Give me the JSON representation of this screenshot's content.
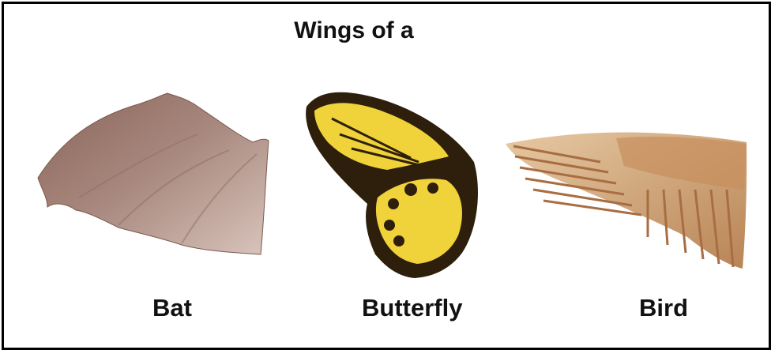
{
  "title": "Wings of a",
  "labels": {
    "bat": "Bat",
    "butterfly": "Butterfly",
    "bird": "Bird"
  },
  "colors": {
    "border": "#000000",
    "bat_wing": "#a07f72",
    "butterfly_yellow": "#f0d23a",
    "butterfly_dark": "#2e1f0c",
    "bird_feather": "#d7ad82"
  }
}
